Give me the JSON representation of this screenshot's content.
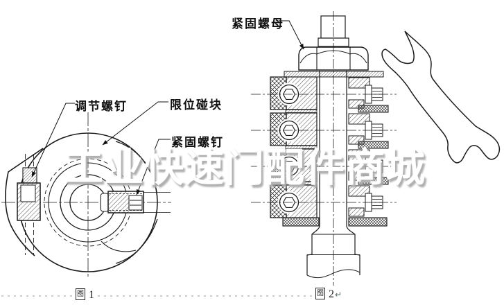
{
  "watermark": {
    "text": "工业快速门配件商城"
  },
  "figure1": {
    "labels": {
      "adjust_screw": "调节螺钉",
      "limit_block": "限位碰块",
      "fasten_screw": "紧固螺钉"
    },
    "caption": {
      "glyph": "图",
      "number": "1"
    }
  },
  "figure2": {
    "labels": {
      "fasten_nut": "紧固螺母"
    },
    "caption": {
      "glyph": "图",
      "number": "2",
      "return_mark": "↵"
    }
  },
  "colors": {
    "line": "#1a1a1a",
    "watermark_text": "#ffffff",
    "watermark_shadow": "#b0b0b0",
    "leader_dots": "#999999"
  }
}
